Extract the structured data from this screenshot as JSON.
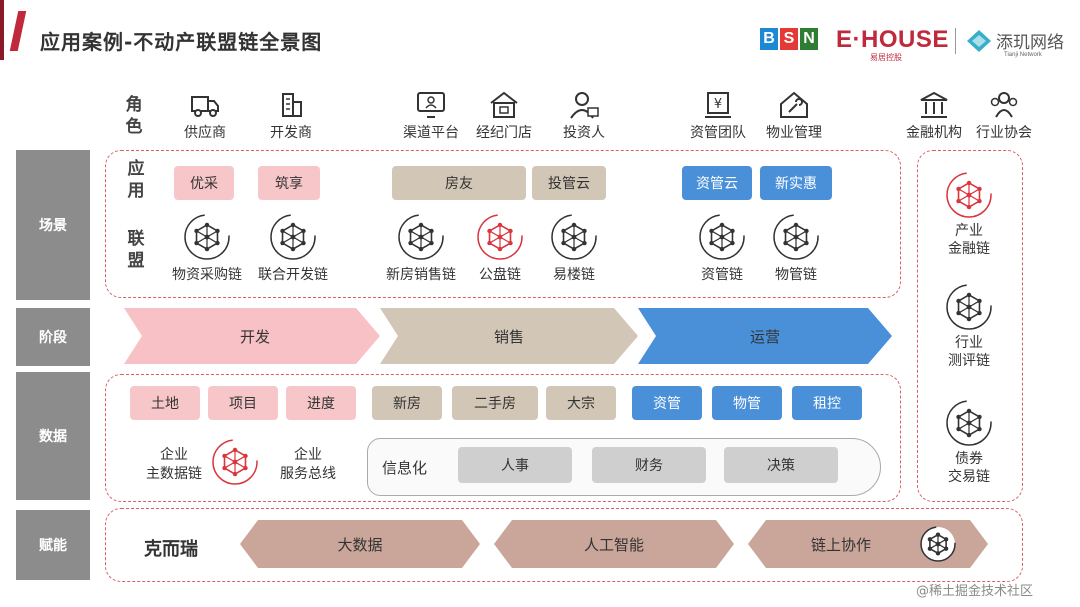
{
  "header": {
    "title": "应用案例-不动产联盟链全景图"
  },
  "logos": {
    "bsn_letters": [
      "B",
      "S",
      "N"
    ],
    "bsn_colors": [
      "#1e88d4",
      "#e53935",
      "#2e7d32"
    ],
    "ehouse": "E·HOUSE",
    "ehouse_sub": "易居控股",
    "tianji": "添玑网络",
    "tianji_sub": "Tianji Network"
  },
  "roles": {
    "head": "角色",
    "items": [
      {
        "label": "供应商",
        "icon": "truck-icon"
      },
      {
        "label": "开发商",
        "icon": "building-icon"
      },
      {
        "label": "渠道平台",
        "icon": "monitor-icon"
      },
      {
        "label": "经纪门店",
        "icon": "store-icon"
      },
      {
        "label": "投资人",
        "icon": "investor-icon"
      },
      {
        "label": "资管团队",
        "icon": "asset-team-icon"
      },
      {
        "label": "物业管理",
        "icon": "wrench-icon"
      },
      {
        "label": "金融机构",
        "icon": "bank-icon"
      },
      {
        "label": "行业协会",
        "icon": "group-icon"
      }
    ]
  },
  "rows": {
    "scene": "场景",
    "stage": "阶段",
    "data": "数据",
    "enable": "赋能"
  },
  "scene": {
    "app_head": "应用",
    "alliance_head": "联盟",
    "apps": [
      {
        "label": "优采",
        "color": "pink"
      },
      {
        "label": "筑享",
        "color": "pink"
      },
      {
        "label": "房友",
        "color": "tan"
      },
      {
        "label": "投管云",
        "color": "tan"
      },
      {
        "label": "资管云",
        "color": "blue"
      },
      {
        "label": "新实惠",
        "color": "blue"
      }
    ],
    "chains": [
      "物资采购链",
      "联合开发链",
      "新房销售链",
      "公盘链",
      "易楼链",
      "资管链",
      "物管链"
    ]
  },
  "side_chains": [
    {
      "line1": "产业",
      "line2": "金融链"
    },
    {
      "line1": "行业",
      "line2": "测评链"
    },
    {
      "line1": "债券",
      "line2": "交易链"
    }
  ],
  "stages": [
    {
      "label": "开发",
      "color": "#f7c1c6"
    },
    {
      "label": "销售",
      "color": "#d2c6b6"
    },
    {
      "label": "运营",
      "color": "#4a90d9"
    }
  ],
  "data": {
    "pills": [
      {
        "label": "土地",
        "color": "pink"
      },
      {
        "label": "项目",
        "color": "pink"
      },
      {
        "label": "进度",
        "color": "pink"
      },
      {
        "label": "新房",
        "color": "tan"
      },
      {
        "label": "二手房",
        "color": "tan"
      },
      {
        "label": "大宗",
        "color": "tan"
      },
      {
        "label": "资管",
        "color": "blue"
      },
      {
        "label": "物管",
        "color": "blue"
      },
      {
        "label": "租控",
        "color": "blue"
      }
    ],
    "left_label": {
      "line1": "企业",
      "line2": "主数据链"
    },
    "right_label": {
      "line1": "企业",
      "line2": "服务总线"
    },
    "info_label": "信息化",
    "info_items": [
      "人事",
      "财务",
      "决策"
    ]
  },
  "enable": {
    "brand": "克而瑞",
    "items": [
      "大数据",
      "人工智能",
      "链上协作"
    ]
  },
  "watermark": "@稀土掘金技术社区"
}
